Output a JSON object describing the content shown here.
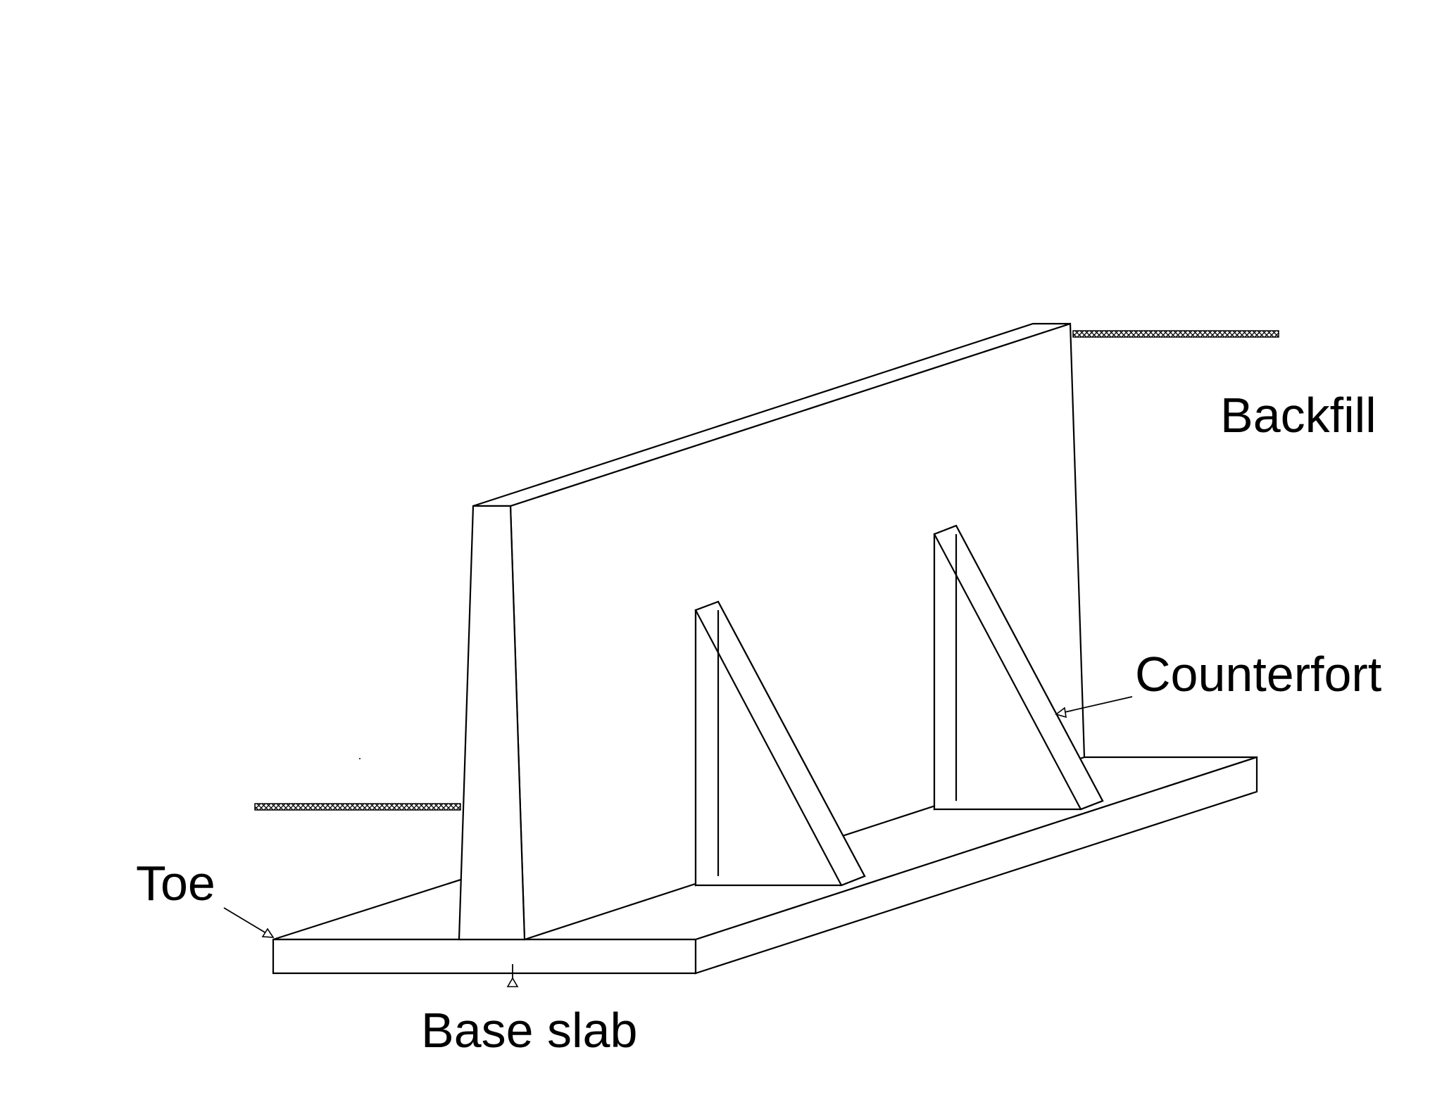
{
  "labels": {
    "backfill": "Backfill",
    "counterfort": "Counterfort",
    "toe": "Toe",
    "base_slab": "Base slab"
  },
  "colors": {
    "line": "#000000",
    "background": "#ffffff"
  }
}
